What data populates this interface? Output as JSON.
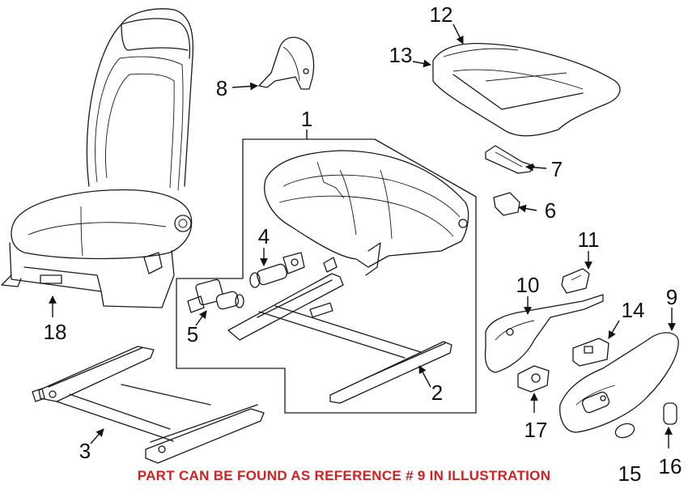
{
  "diagram": {
    "caption": "PART CAN BE FOUND AS REFERENCE # 9 IN ILLUSTRATION",
    "caption_color": "#d42020",
    "line_color": "#1a1a1a",
    "callouts": [
      {
        "id": "ref-1",
        "label": "1"
      },
      {
        "id": "ref-2",
        "label": "2"
      },
      {
        "id": "ref-3",
        "label": "3"
      },
      {
        "id": "ref-4",
        "label": "4"
      },
      {
        "id": "ref-5",
        "label": "5"
      },
      {
        "id": "ref-6",
        "label": "6"
      },
      {
        "id": "ref-7",
        "label": "7"
      },
      {
        "id": "ref-8",
        "label": "8"
      },
      {
        "id": "ref-9",
        "label": "9"
      },
      {
        "id": "ref-10",
        "label": "10"
      },
      {
        "id": "ref-11",
        "label": "11"
      },
      {
        "id": "ref-12",
        "label": "12"
      },
      {
        "id": "ref-13",
        "label": "13"
      },
      {
        "id": "ref-14",
        "label": "14"
      },
      {
        "id": "ref-15",
        "label": "15"
      },
      {
        "id": "ref-16",
        "label": "16"
      },
      {
        "id": "ref-17",
        "label": "17"
      },
      {
        "id": "ref-18",
        "label": "18"
      }
    ]
  }
}
